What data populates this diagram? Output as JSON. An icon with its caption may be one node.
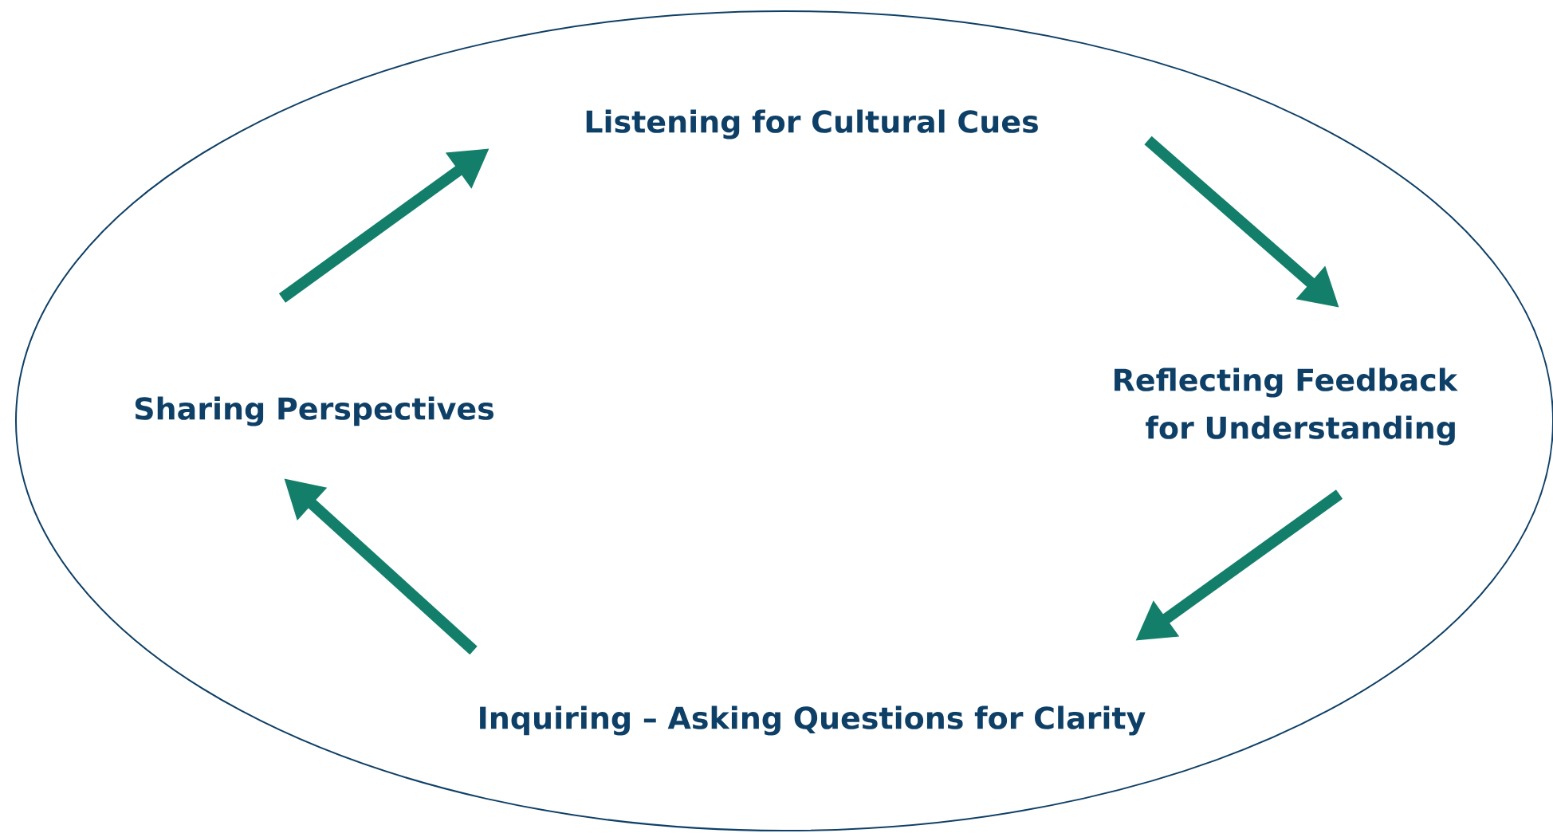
{
  "diagram": {
    "nodes": [
      {
        "text": [
          "Listening for Cultural Cues"
        ]
      },
      {
        "text": [
          "Reflecting Feedback for Understanding"
        ]
      },
      {
        "text": [
          "Inquiring – Asking Questions for Clarity"
        ]
      },
      {
        "text": [
          "Sharing Perspectives"
        ]
      }
    ],
    "edges": [
      {
        "from": 0,
        "to": 1,
        "arrow": "to"
      },
      {
        "from": 1,
        "to": 2,
        "arrow": "to"
      },
      {
        "from": 2,
        "to": 3,
        "arrow": "to"
      },
      {
        "from": 3,
        "to": 0,
        "arrow": "to"
      }
    ]
  }
}
